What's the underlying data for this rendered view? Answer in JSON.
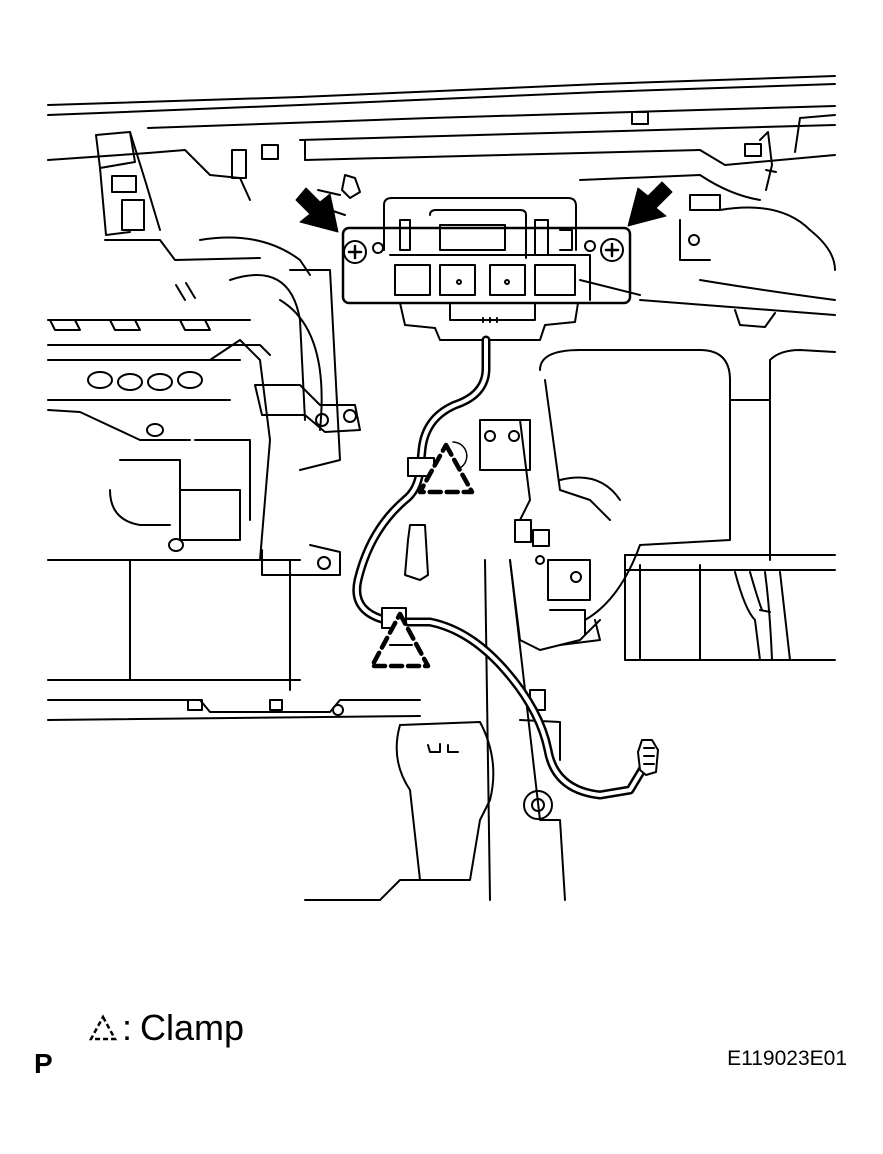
{
  "legend": {
    "separator": ":",
    "label": "Clamp",
    "symbol_icon": "dashed-triangle-clamp-icon"
  },
  "view_code": "P",
  "figure_code": "E119023E01",
  "colors": {
    "line": "#000000",
    "background": "#ffffff"
  }
}
